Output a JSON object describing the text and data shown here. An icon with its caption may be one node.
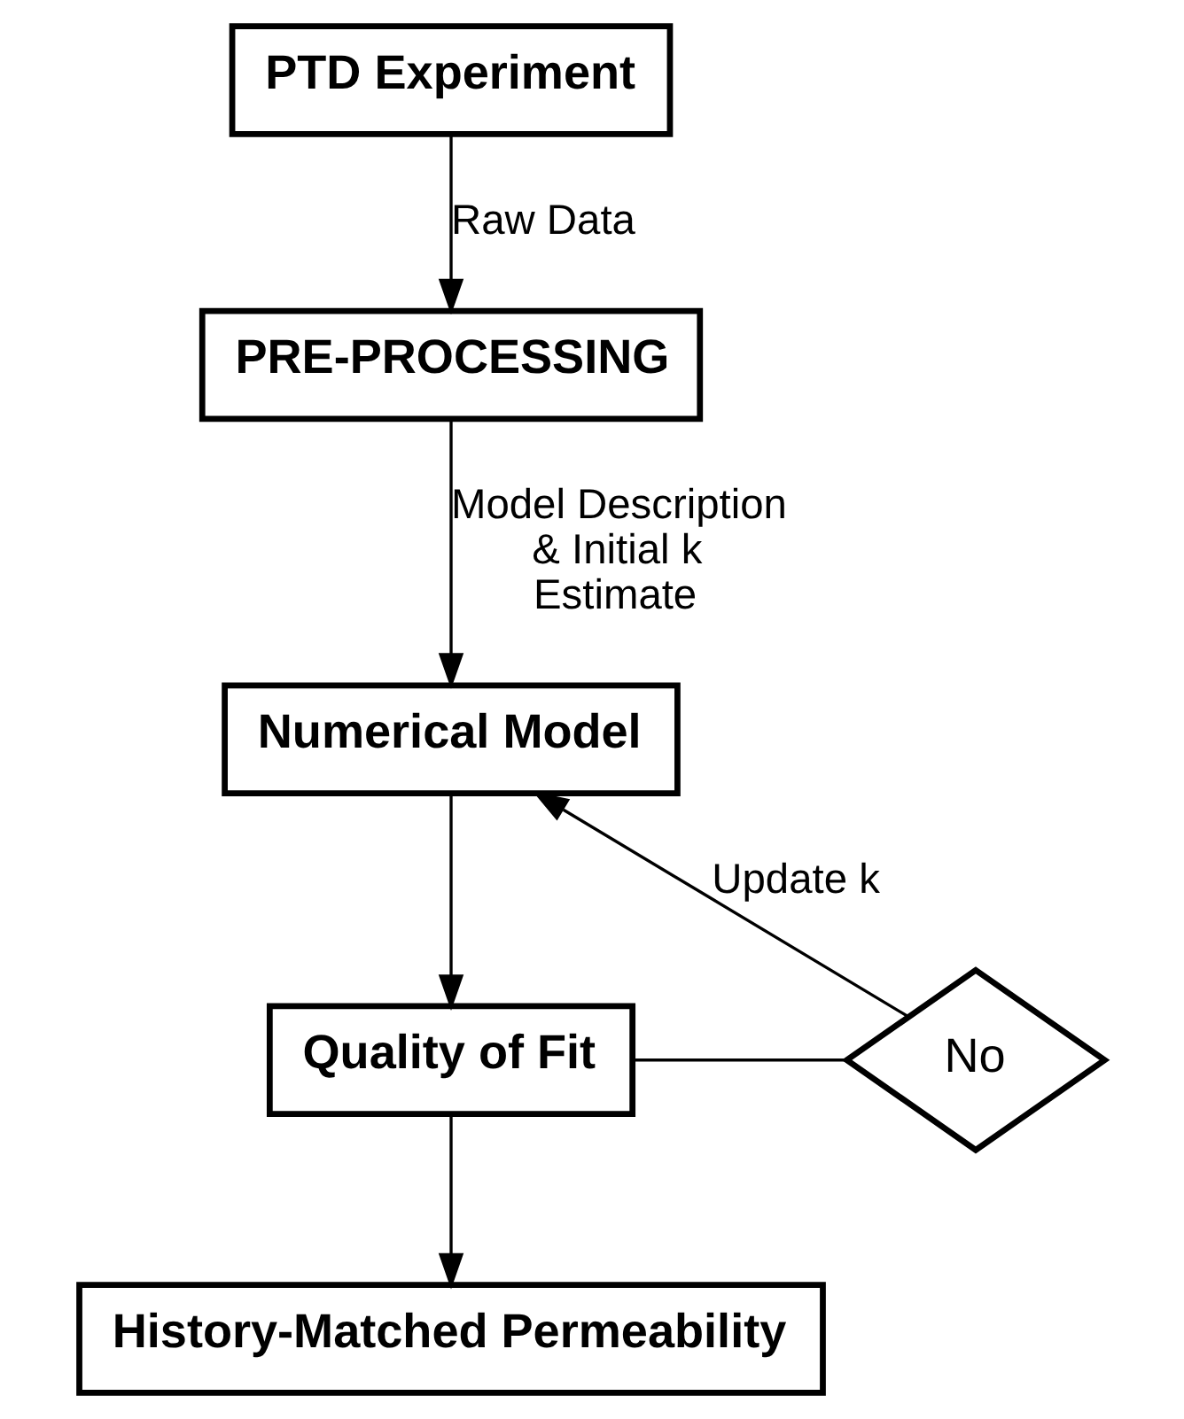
{
  "diagram": {
    "nodes": [
      {
        "text": [
          "PTD Experiment"
        ]
      },
      {
        "text": [
          "PRE-PROCESSING"
        ]
      },
      {
        "text": [
          "Numerical Model"
        ]
      },
      {
        "text": [
          "Quality of Fit"
        ]
      },
      {
        "text": [
          "No"
        ]
      },
      {
        "text": [
          "History-Matched Permeability"
        ]
      }
    ],
    "edges": [
      {
        "from": 0,
        "to": 1,
        "arrow": "to",
        "label": "Raw Data"
      },
      {
        "from": 1,
        "to": 2,
        "arrow": "to",
        "label": "Model Description & Initial k Estimate"
      },
      {
        "from": 2,
        "to": 3,
        "arrow": "to"
      },
      {
        "from": 3,
        "to": 4,
        "arrow": "none"
      },
      {
        "from": 4,
        "to": 2,
        "arrow": "to",
        "label": "Update k"
      },
      {
        "from": 3,
        "to": 5,
        "arrow": "to"
      }
    ]
  }
}
